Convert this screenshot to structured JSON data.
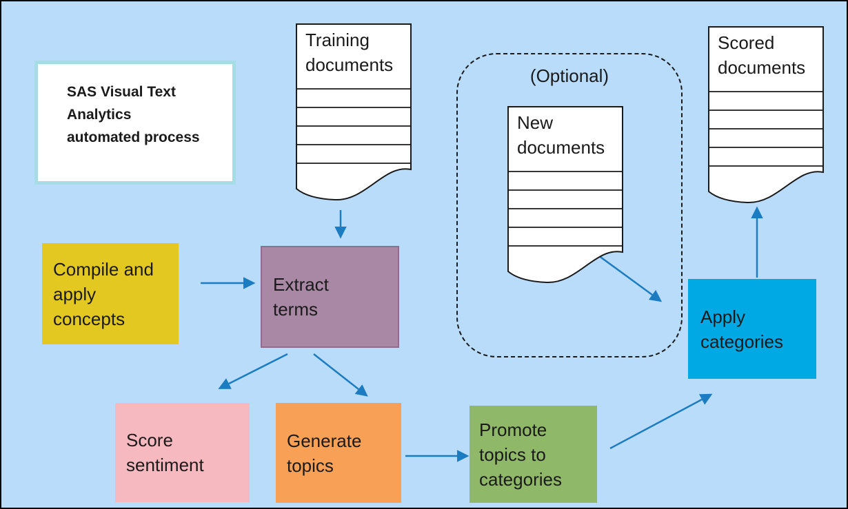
{
  "diagram": {
    "title": "SAS Visual Text\nAnalytics\nautomated process",
    "optional_label": "(Optional)",
    "documents": {
      "training": "Training\ndocuments",
      "new": "New\ndocuments",
      "scored": "Scored\ndocuments"
    },
    "steps": {
      "compile": "Compile and\napply\nconcepts",
      "extract": "Extract\nterms",
      "score": "Score\nsentiment",
      "generate": "Generate\ntopics",
      "promote": "Promote\ntopics  to\ncategories",
      "apply": "Apply\ncategories"
    },
    "colors": {
      "bg": "#b9dcfa",
      "title-border": "#a5dce6",
      "step-compile": "#e3c822",
      "step-extract": "#a888a5",
      "step-extract-border": "#8d6f8d",
      "step-score": "#f6b9bf",
      "step-generate": "#f8a055",
      "step-promote": "#8fb968",
      "step-apply": "#00a9e4",
      "arrow": "#1b7cc2"
    }
  }
}
